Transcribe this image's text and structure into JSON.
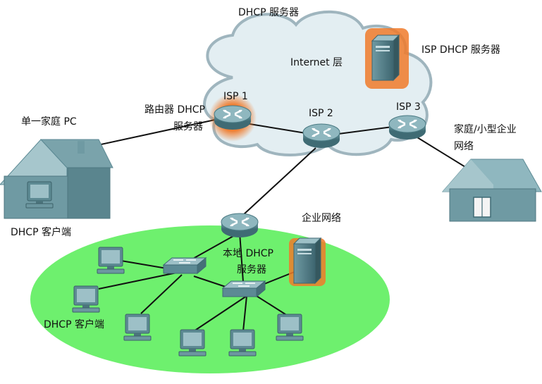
{
  "labels": {
    "dhcp_server_top": "DHCP 服务器",
    "internet_layer": "Internet 层",
    "isp_dhcp_server": "ISP DHCP 服务器",
    "isp1": "ISP 1",
    "isp2": "ISP 2",
    "isp3": "ISP 3",
    "router_dhcp_line1": "路由器 DHCP",
    "router_dhcp_line2": "服务器",
    "single_home_pc": "单一家庭 PC",
    "dhcp_client_home": "DHCP 客户端",
    "home_small_biz_line1": "家庭/小型企业",
    "home_small_biz_line2": "网络",
    "enterprise_network": "企业网络",
    "local_dhcp_line1": "本地 DHCP",
    "local_dhcp_line2": "服务器",
    "dhcp_client_lan": "DHCP 客户端"
  },
  "colors": {
    "cloud_fill": "#e3eef2",
    "cloud_stroke": "#9fb5be",
    "lan_green": "#6ef06e",
    "device_teal": "#5c8a94",
    "highlight_orange": "#f07a2a"
  },
  "icons": {
    "router": "router-icon",
    "server": "server-icon",
    "switch": "switch-icon",
    "pc": "pc-icon",
    "house": "house-icon"
  }
}
